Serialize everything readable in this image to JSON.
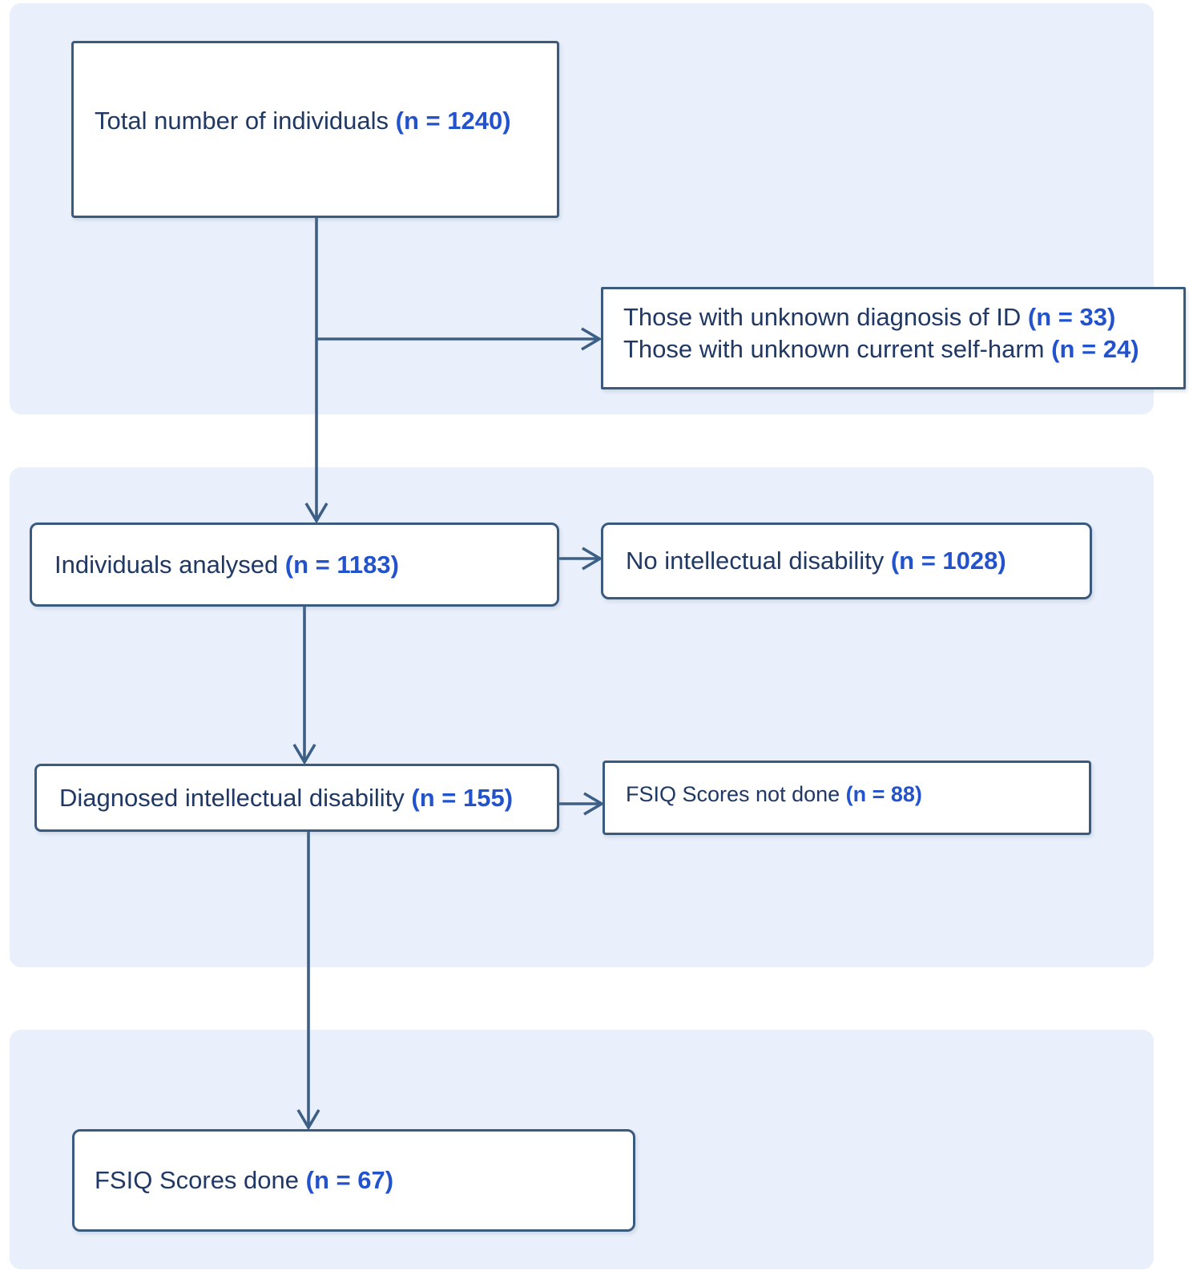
{
  "colors": {
    "band_fill": "#e9f0fb",
    "box_fill": "#ffffff",
    "box_border": "#3a5a7e",
    "label_text": "#1f3864",
    "value_text": "#2353cc",
    "connector": "#3d5f86"
  },
  "flowchart": {
    "type": "flow-diagram",
    "boxes": {
      "total": {
        "label": "Total number of individuals ",
        "value": "(n = 1240)"
      },
      "excluded_line1": {
        "label": "Those with unknown diagnosis of ID ",
        "value": "(n = 33)"
      },
      "excluded_line2": {
        "label": "Those with unknown current self-harm ",
        "value": "(n = 24)"
      },
      "analysed": {
        "label": "Individuals analysed ",
        "value": "(n = 1183)"
      },
      "no_id": {
        "label": "No intellectual disability ",
        "value": "(n = 1028)"
      },
      "diagnosed": {
        "label": "Diagnosed intellectual disability ",
        "value": "(n = 155)"
      },
      "fsiq_not_done": {
        "label": "FSIQ Scores not done ",
        "value": "(n = 88)"
      },
      "fsiq_done": {
        "label": "FSIQ Scores done ",
        "value": "(n = 67)"
      }
    },
    "edges": [
      {
        "from": "total",
        "to": "analysed",
        "type": "down-arrow"
      },
      {
        "from": "total",
        "to": "excluded",
        "type": "right-branch-arrow"
      },
      {
        "from": "analysed",
        "to": "no_id",
        "type": "right-arrow"
      },
      {
        "from": "analysed",
        "to": "diagnosed",
        "type": "down-arrow"
      },
      {
        "from": "diagnosed",
        "to": "fsiq_not_done",
        "type": "right-arrow"
      },
      {
        "from": "diagnosed",
        "to": "fsiq_done",
        "type": "down-arrow"
      }
    ]
  }
}
